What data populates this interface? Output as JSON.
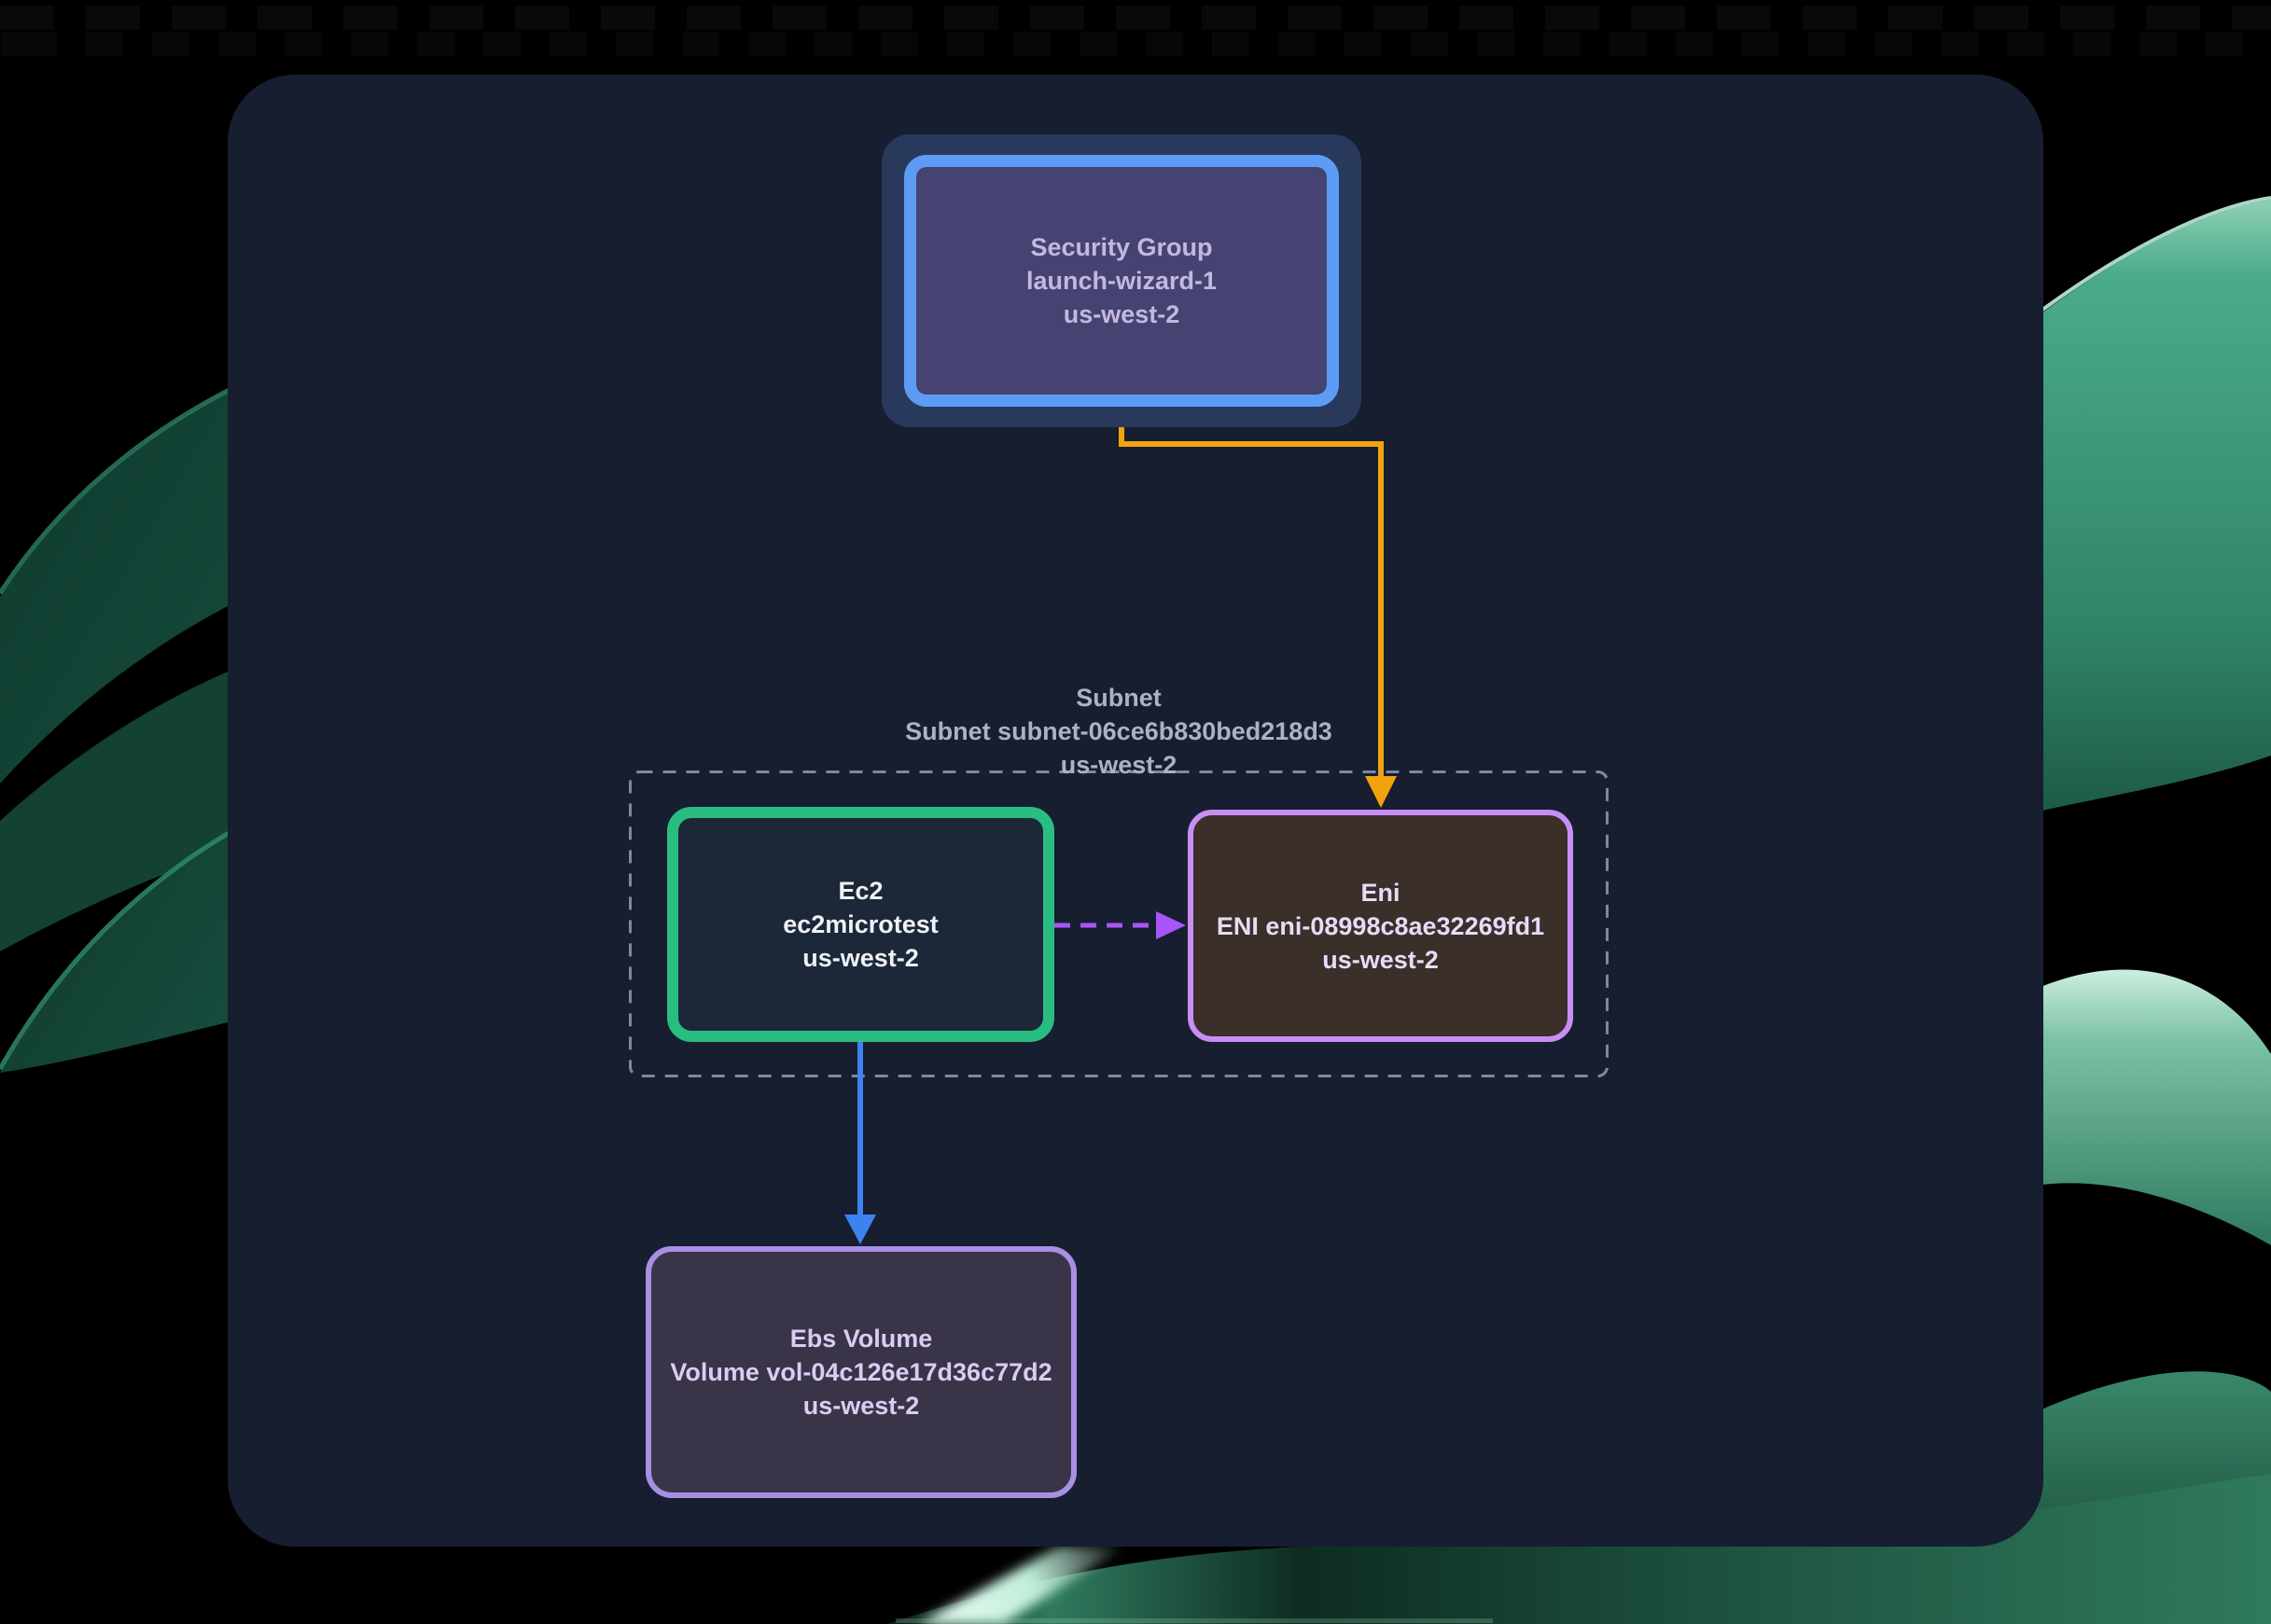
{
  "canvas": {
    "background": "#161e2f",
    "wallpaper_base": "#000000"
  },
  "wallpaper": {
    "ribbon_dark_teal": "#175043",
    "ribbon_green": "#3f9e7c",
    "ribbon_mint_highlight": "#bfeeda"
  },
  "nodes": {
    "security_group": {
      "title": "Security Group",
      "name": "launch-wizard-1",
      "region": "us-west-2",
      "border_color": "#5d9cf5",
      "fill_color": "#454372",
      "text_color": "#c3b8e0",
      "selection_color": "#28395c"
    },
    "subnet": {
      "title": "Subnet",
      "name": "Subnet subnet-06ce6b830bed218d3",
      "region": "us-west-2",
      "border_color": "#7e8a9c",
      "text_color": "#a9b4c3"
    },
    "ec2": {
      "title": "Ec2",
      "name": "ec2microtest",
      "region": "us-west-2",
      "border_color": "#2abd82",
      "fill_color": "#1c2737",
      "text_color": "#eef1f6"
    },
    "eni": {
      "title": "Eni",
      "name": "ENI eni-08998c8ae32269fd1",
      "region": "us-west-2",
      "border_color": "#c98ef5",
      "fill_color": "#3a2f29",
      "text_color": "#e7dcf7"
    },
    "ebs": {
      "title": "Ebs Volume",
      "name": "Volume vol-04c126e17d36c77d2",
      "region": "us-west-2",
      "border_color": "#a98fe3",
      "fill_color": "#3a3448",
      "text_color": "#d9cdf2"
    }
  },
  "edges": {
    "sg_to_eni": {
      "from": "security_group",
      "to": "eni",
      "style": "solid",
      "color": "#f2a20d"
    },
    "ec2_to_eni": {
      "from": "ec2",
      "to": "eni",
      "style": "dashed",
      "color": "#a855f7"
    },
    "ec2_to_ebs": {
      "from": "ec2",
      "to": "ebs",
      "style": "solid",
      "color": "#3c82f0"
    }
  }
}
